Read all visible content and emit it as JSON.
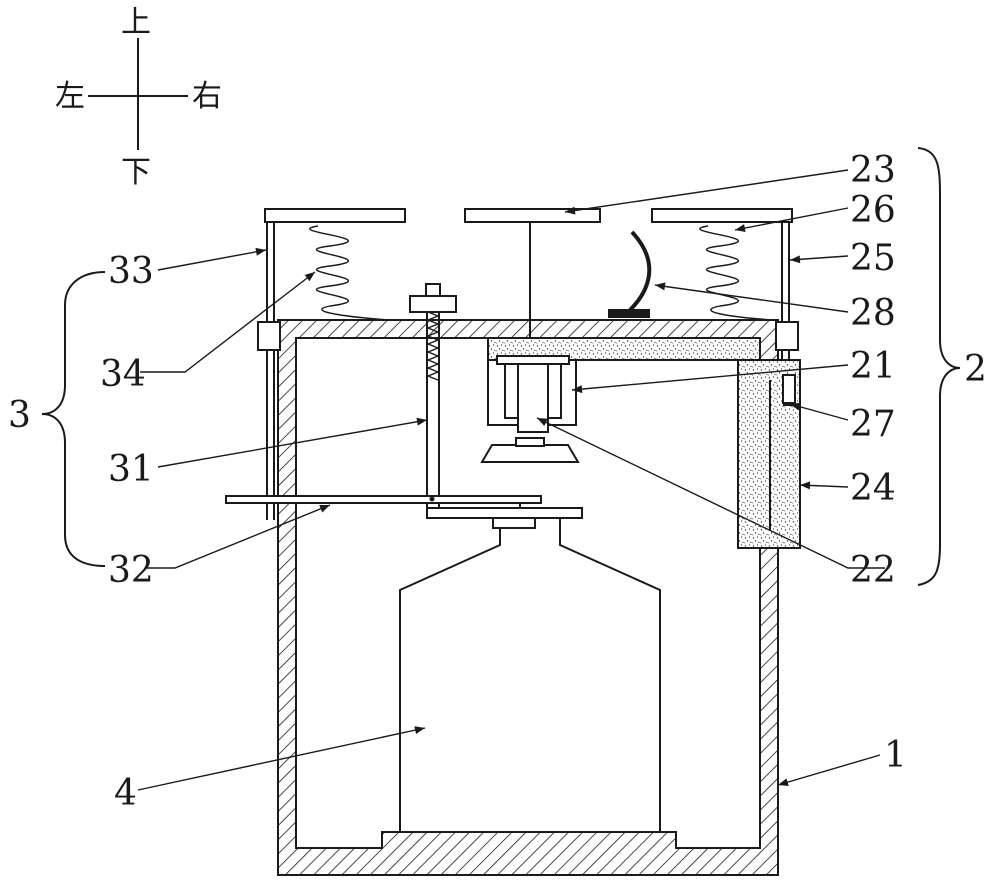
{
  "directions": {
    "up": "上",
    "down": "下",
    "left": "左",
    "right": "右"
  },
  "labels": {
    "l23": "23",
    "l26": "26",
    "l25": "25",
    "l28": "28",
    "l33": "33",
    "l34": "34",
    "l21": "21",
    "l2": "2",
    "l3": "3",
    "l31": "31",
    "l27": "27",
    "l24": "24",
    "l32": "32",
    "l22": "22",
    "l4": "4",
    "l1": "1"
  }
}
